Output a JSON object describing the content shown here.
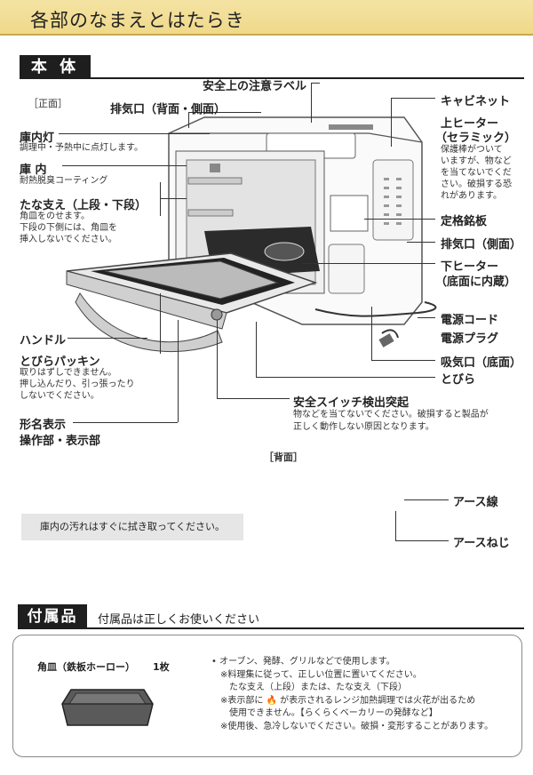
{
  "header": {
    "title": "各部のなまえとはたらき"
  },
  "main_unit": {
    "section_title": "本 体",
    "front_label": "［正面］",
    "rear_label": "［背面］",
    "labels": {
      "safety_label": "安全上の注意ラベル",
      "exhaust_back_side": "排気口（背面・側面）",
      "interior_light": "庫内灯",
      "interior_light_desc": "調理中・予熱中に点灯します。",
      "interior": "庫 内",
      "interior_desc": "耐熱脱臭コーティング",
      "shelf_support": "たな支え（上段・下段）",
      "shelf_support_desc": [
        "角皿をのせます。",
        "下段の下側には、角皿を",
        "挿入しないでください。"
      ],
      "handle": "ハンドル",
      "door_gasket": "とびらパッキン",
      "door_gasket_desc": [
        "取りはずしできません。",
        "押し込んだり、引っ張ったり",
        "しないでください。"
      ],
      "model_display": "形名表示",
      "control_display": "操作部・表示部",
      "cabinet": "キャビネット",
      "upper_heater": "上ヒーター",
      "upper_heater_sub": "（セラミック）",
      "upper_heater_desc": [
        "保護棒がついて",
        "いますが、物など",
        "を当てないでくだ",
        "さい。破損する恐",
        "れがあります。"
      ],
      "rating_plate": "定格銘板",
      "exhaust_side": "排気口（側面）",
      "lower_heater": "下ヒーター",
      "lower_heater_sub": "（底面に内蔵）",
      "power_cord": "電源コード",
      "power_plug": "電源プラグ",
      "intake": "吸気口（底面）",
      "door": "とびら",
      "safety_switch": "安全スイッチ検出突起",
      "safety_switch_desc": [
        "物などを当てないでください。破損すると製品が",
        "正しく動作しない原因となります。"
      ],
      "ground_wire": "アース線",
      "ground_screw": "アースねじ"
    },
    "notice": "庫内の汚れはすぐに拭き取ってください。"
  },
  "accessories": {
    "section_title": "付属品",
    "subtitle": "付属品は正しくお使いください",
    "item_name": "角皿（鉄板ホーロー）",
    "item_qty": "1枚",
    "notes": [
      "• オーブン、発酵、グリルなどで使用します。",
      "※料理集に従って、正しい位置に置いてください。",
      "たな支え（上段）または、たな支え（下段）",
      "※表示部に 🔥 が表示されるレンジ加熱調理では火花が出るため",
      "使用できません。【らくらくベーカリーの発酵など】",
      "※使用後、急冷しないでください。破損・変形することがあります。"
    ]
  }
}
